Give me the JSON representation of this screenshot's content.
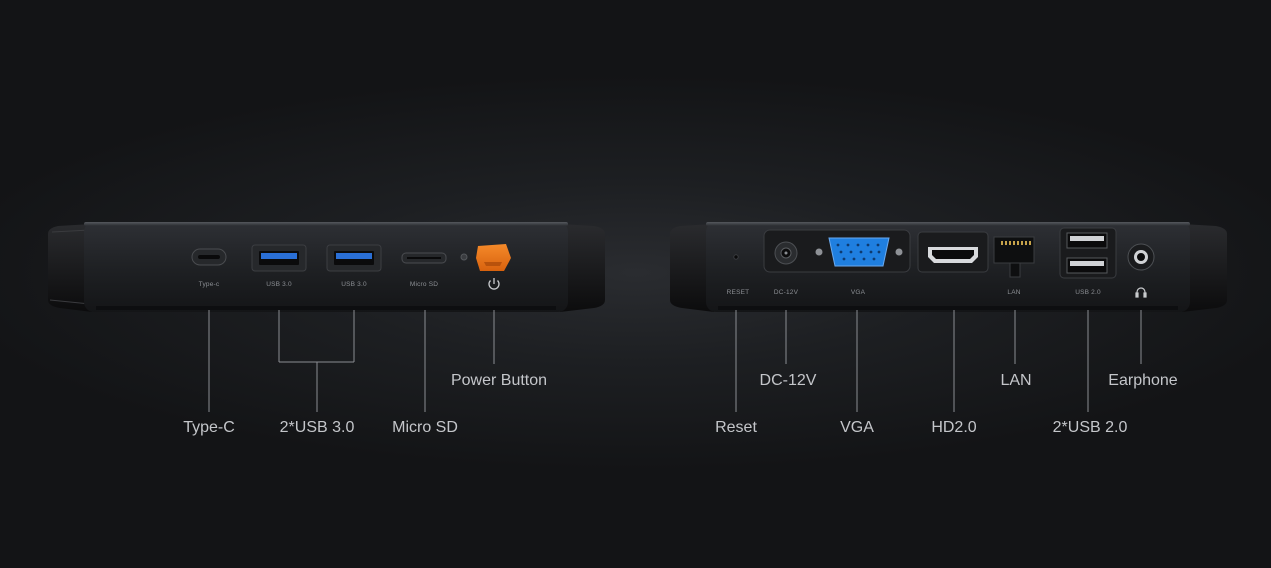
{
  "front_panel": {
    "port_labels": {
      "typec": "Type-c",
      "usb3_a": "USB 3.0",
      "usb3_b": "USB 3.0",
      "microsd": "Micro SD"
    },
    "callouts": {
      "typec": "Type-C",
      "usb3": "2*USB 3.0",
      "microsd": "Micro SD",
      "power": "Power Button"
    }
  },
  "rear_panel": {
    "port_labels": {
      "reset": "RESET",
      "dc": "DC-12V",
      "vga": "VGA",
      "lan": "LAN",
      "usb2": "USB 2.0"
    },
    "callouts": {
      "reset": "Reset",
      "dc": "DC-12V",
      "vga": "VGA",
      "hd": "HD2.0",
      "lan": "LAN",
      "usb2": "2*USB 2.0",
      "earphone": "Earphone"
    }
  },
  "colors": {
    "power_button": "#f07a1e",
    "vga_connector": "#1f7fe0",
    "usb3_insert": "#2a6fd6",
    "leader_line": "#8a8d92"
  },
  "icons": {
    "power": "power-icon",
    "headphone": "headphone-icon"
  }
}
